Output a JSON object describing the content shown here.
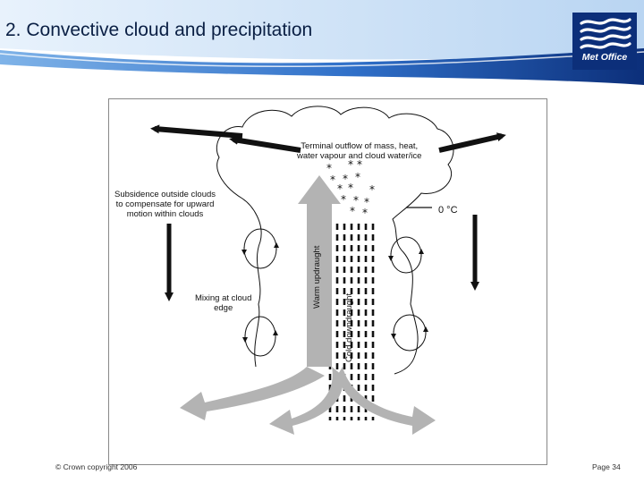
{
  "slide": {
    "title": "2.  Convective cloud and precipitation",
    "logo_text": "Met Office",
    "brand_color": "#1a3a8a",
    "footer": {
      "copyright": "© Crown copyright 2006",
      "page": "Page 34"
    }
  },
  "diagram": {
    "labels": {
      "outflow": "Terminal outflow of mass, heat,\nwater vapour and cloud water/ice",
      "subsidence": "Subsidence outside clouds\nto compensate for upward\nmotion within clouds",
      "mixing": "Mixing at cloud\nedge",
      "freezing_level": "0 °C",
      "updraught": "Warm updraught",
      "downdraught": "Cold downdraught"
    },
    "icons": [
      "snowflake-icon",
      "rain-streak-icon",
      "eddy-icon",
      "arrow-icon"
    ]
  }
}
